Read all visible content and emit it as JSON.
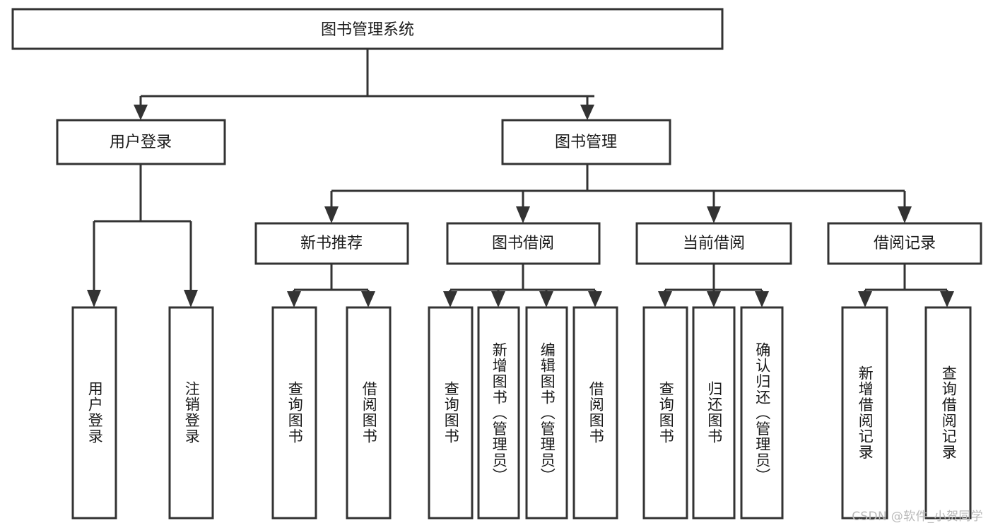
{
  "diagram": {
    "type": "tree-hierarchy",
    "title": "图书管理系统",
    "orientation": "top-down",
    "colors": {
      "stroke": "#333333",
      "box_fill": "#ffffff",
      "text": "#1a1a1a",
      "background": "#ffffff",
      "watermark": "#b9b9b9"
    },
    "levels": [
      {
        "level": 1,
        "nodes": [
          {
            "id": "root",
            "label": "图书管理系统",
            "orientation": "horizontal"
          }
        ]
      },
      {
        "level": 2,
        "nodes": [
          {
            "id": "login",
            "label": "用户登录",
            "orientation": "horizontal",
            "parent": "root"
          },
          {
            "id": "bookmgmt",
            "label": "图书管理",
            "orientation": "horizontal",
            "parent": "root"
          }
        ]
      },
      {
        "level": 3,
        "nodes": [
          {
            "id": "newbook",
            "label": "新书推荐",
            "orientation": "horizontal",
            "parent": "bookmgmt"
          },
          {
            "id": "borrow",
            "label": "图书借阅",
            "orientation": "horizontal",
            "parent": "bookmgmt"
          },
          {
            "id": "current",
            "label": "当前借阅",
            "orientation": "horizontal",
            "parent": "bookmgmt"
          },
          {
            "id": "records",
            "label": "借阅记录",
            "orientation": "horizontal",
            "parent": "bookmgmt"
          }
        ]
      },
      {
        "level": 4,
        "nodes": [
          {
            "id": "leaf-1",
            "label": "用户登录",
            "orientation": "vertical",
            "parent": "login"
          },
          {
            "id": "leaf-2",
            "label": "注销登录",
            "orientation": "vertical",
            "parent": "login"
          },
          {
            "id": "leaf-3",
            "label": "查询图书",
            "orientation": "vertical",
            "parent": "newbook"
          },
          {
            "id": "leaf-4",
            "label": "借阅图书",
            "orientation": "vertical",
            "parent": "newbook"
          },
          {
            "id": "leaf-5",
            "label": "查询图书",
            "orientation": "vertical",
            "parent": "borrow"
          },
          {
            "id": "leaf-6",
            "label": "新增图书（管理员）",
            "orientation": "vertical",
            "parent": "borrow"
          },
          {
            "id": "leaf-7",
            "label": "编辑图书（管理员）",
            "orientation": "vertical",
            "parent": "borrow"
          },
          {
            "id": "leaf-8",
            "label": "借阅图书",
            "orientation": "vertical",
            "parent": "borrow"
          },
          {
            "id": "leaf-9",
            "label": "查询图书",
            "orientation": "vertical",
            "parent": "current"
          },
          {
            "id": "leaf-10",
            "label": "归还图书",
            "orientation": "vertical",
            "parent": "current"
          },
          {
            "id": "leaf-11",
            "label": "确认归还（管理员）",
            "orientation": "vertical",
            "parent": "current"
          },
          {
            "id": "leaf-12",
            "label": "新增借阅记录",
            "orientation": "vertical",
            "parent": "records"
          },
          {
            "id": "leaf-13",
            "label": "查询借阅记录",
            "orientation": "vertical",
            "parent": "records"
          }
        ]
      }
    ]
  },
  "watermark": {
    "text": "CSDN @软件_小贺同学"
  }
}
